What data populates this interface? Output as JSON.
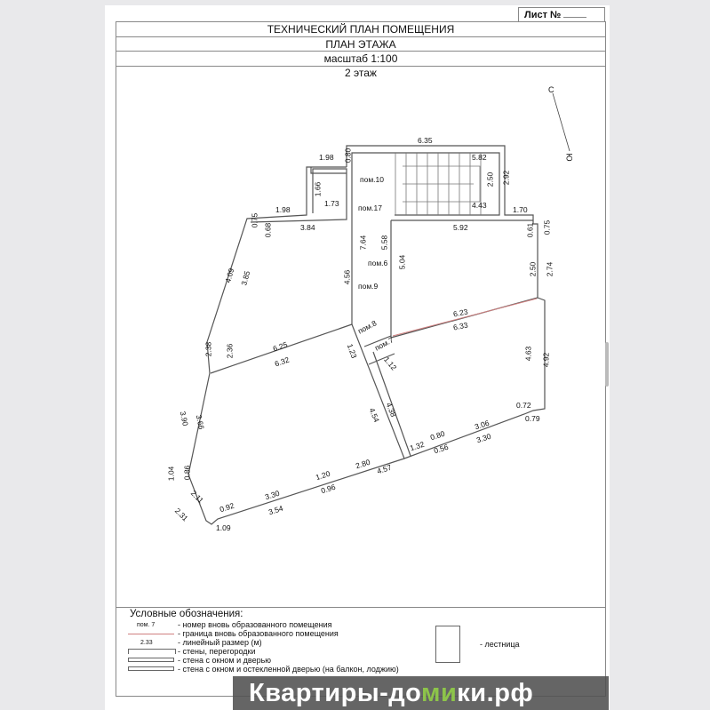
{
  "sheet_number_label": "Лист №",
  "header": {
    "title": "ТЕХНИЧЕСКИЙ ПЛАН ПОМЕЩЕНИЯ",
    "subtitle": "ПЛАН ЭТАЖА",
    "scale": "масштаб 1:100",
    "floor": "2 этаж"
  },
  "compass": {
    "north": "С",
    "south": "Ю"
  },
  "rooms": [
    "пом.10",
    "пом.17",
    "пом.6",
    "пом.9",
    "пом.8",
    "пом.7"
  ],
  "dimensions": [
    "6.35",
    "1.98",
    "0.80",
    "5.82",
    "2.50",
    "2.92",
    "1.66",
    "1.73",
    "4.43",
    "1.98",
    "1.70",
    "0.75",
    "0.68",
    "3.84",
    "7.64",
    "5.58",
    "5.92",
    "0.61",
    "0.75",
    "5.04",
    "4.56",
    "2.50",
    "2.74",
    "4.09",
    "3.85",
    "6.23",
    "6.33",
    "2.38",
    "2.36",
    "6.25",
    "6.32",
    "1.23",
    "1.12",
    "4.63",
    "4.92",
    "3.90",
    "3.66",
    "4.38",
    "4.54",
    "0.72",
    "0.79",
    "3.06",
    "3.30",
    "1.32",
    "0.80",
    "0.56",
    "1.04",
    "0.86",
    "1.20",
    "2.80",
    "4.57",
    "0.96",
    "2.11",
    "2.31",
    "0.92",
    "3.30",
    "3.54",
    "1.09"
  ],
  "legend": {
    "title": "Условные обозначения:",
    "items": [
      {
        "sample": "пом. 7",
        "text": "- номер вновь образованного помещения"
      },
      {
        "sample": "",
        "text": "- граница вновь образованного помещения"
      },
      {
        "sample": "2.33",
        "text": "- линейный размер (м)"
      },
      {
        "sample": "",
        "text": "- стены, перегородки"
      },
      {
        "sample": "",
        "text": "- стена с окном и дверью"
      },
      {
        "sample": "",
        "text": "- стена с окном и остекленной дверью (на балкон, лоджию)"
      }
    ],
    "stairs": "- лестница"
  },
  "watermark": {
    "part1": "Квартиры-до",
    "part2": "ми",
    "part3": "ки.рф"
  },
  "colors": {
    "wall": "#555555",
    "boundary": "#d08080",
    "watermark_green": "#8dc44a"
  }
}
